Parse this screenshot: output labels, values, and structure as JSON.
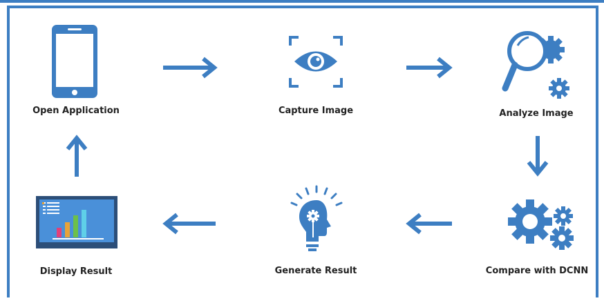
{
  "steps": {
    "open": "Open Application",
    "capture": "Capture Image",
    "analyze": "Analyze Image",
    "compare": "Compare with DCNN",
    "generate": "Generate Result",
    "display": "Display Result"
  },
  "colors": {
    "accent": "#3d7ec2",
    "text": "#222222"
  },
  "icons": {
    "open": "smartphone-icon",
    "capture": "eye-scan-icon",
    "analyze": "magnifier-gears-icon",
    "compare": "gears-icon",
    "generate": "lightbulb-head-icon",
    "display": "monitor-chart-icon"
  }
}
